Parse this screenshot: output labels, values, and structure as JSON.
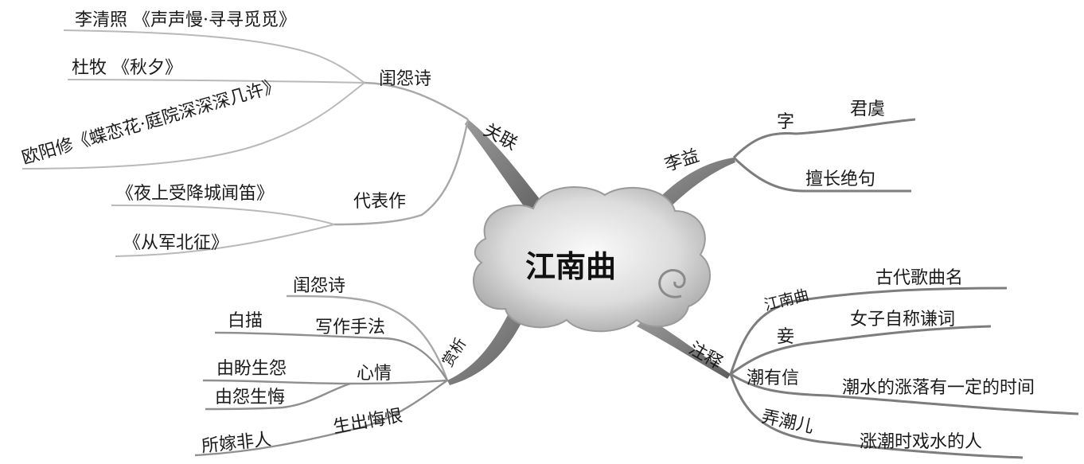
{
  "central": {
    "title": "江南曲"
  },
  "branches": {
    "guanlian": {
      "label": "关联",
      "guiyuanshi": {
        "label": "闺怨诗",
        "items": [
          "李清照 《声声慢·寻寻觅觅》",
          "杜牧 《秋夕》",
          "欧阳修《蝶恋花·庭院深深深几许》"
        ]
      },
      "daibiaozuo": {
        "label": "代表作",
        "items": [
          "《夜上受降城闻笛》",
          "《从军北征》"
        ]
      }
    },
    "liyi": {
      "label": "李益",
      "zi": {
        "label": "字",
        "value": "君虞"
      },
      "skill": "擅长绝句"
    },
    "shangxi": {
      "label": "赏析",
      "guiyuanshi": "闺怨诗",
      "xiezuo": {
        "label": "写作手法",
        "value": "白描"
      },
      "xinqing": {
        "label": "心情",
        "items": [
          "由盼生怨",
          "由怨生悔"
        ]
      },
      "huihen": {
        "label": "生出悔恨",
        "value": "所嫁非人"
      }
    },
    "zhushi": {
      "label": "注释",
      "items": [
        {
          "term": "江南曲",
          "meaning": "古代歌曲名"
        },
        {
          "term": "妾",
          "meaning": "女子自称谦词"
        },
        {
          "term": "潮有信",
          "meaning": "潮水的涨落有一定的时间"
        },
        {
          "term": "弄潮儿",
          "meaning": "涨潮时戏水的人"
        }
      ]
    }
  }
}
